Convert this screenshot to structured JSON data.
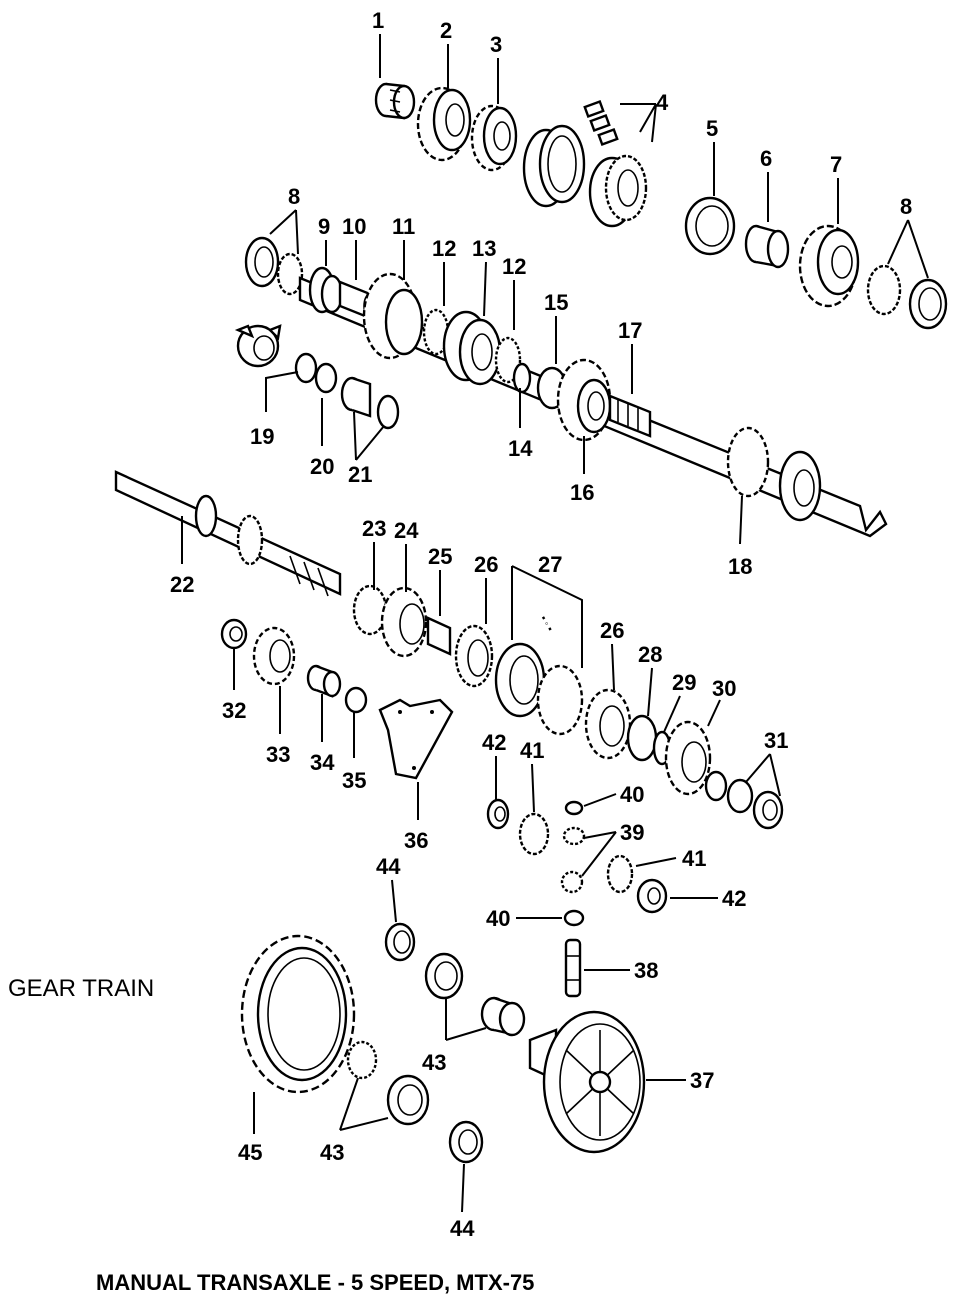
{
  "diagram": {
    "section_title": "GEAR TRAIN",
    "caption": "MANUAL TRANSAXLE - 5 SPEED, MTX-75",
    "callouts": [
      {
        "id": "c1",
        "text": "1"
      },
      {
        "id": "c2",
        "text": "2"
      },
      {
        "id": "c3",
        "text": "3"
      },
      {
        "id": "c4",
        "text": "4"
      },
      {
        "id": "c5",
        "text": "5"
      },
      {
        "id": "c6",
        "text": "6"
      },
      {
        "id": "c7",
        "text": "7"
      },
      {
        "id": "c8a",
        "text": "8"
      },
      {
        "id": "c8b",
        "text": "8"
      },
      {
        "id": "c9",
        "text": "9"
      },
      {
        "id": "c10",
        "text": "10"
      },
      {
        "id": "c11",
        "text": "11"
      },
      {
        "id": "c12a",
        "text": "12"
      },
      {
        "id": "c13",
        "text": "13"
      },
      {
        "id": "c12b",
        "text": "12"
      },
      {
        "id": "c15",
        "text": "15"
      },
      {
        "id": "c17",
        "text": "17"
      },
      {
        "id": "c19",
        "text": "19"
      },
      {
        "id": "c20",
        "text": "20"
      },
      {
        "id": "c21",
        "text": "21"
      },
      {
        "id": "c14",
        "text": "14"
      },
      {
        "id": "c16",
        "text": "16"
      },
      {
        "id": "c18",
        "text": "18"
      },
      {
        "id": "c22",
        "text": "22"
      },
      {
        "id": "c23",
        "text": "23"
      },
      {
        "id": "c24",
        "text": "24"
      },
      {
        "id": "c25",
        "text": "25"
      },
      {
        "id": "c26a",
        "text": "26"
      },
      {
        "id": "c27",
        "text": "27"
      },
      {
        "id": "c26b",
        "text": "26"
      },
      {
        "id": "c28",
        "text": "28"
      },
      {
        "id": "c29",
        "text": "29"
      },
      {
        "id": "c30",
        "text": "30"
      },
      {
        "id": "c31",
        "text": "31"
      },
      {
        "id": "c32",
        "text": "32"
      },
      {
        "id": "c33",
        "text": "33"
      },
      {
        "id": "c34",
        "text": "34"
      },
      {
        "id": "c35",
        "text": "35"
      },
      {
        "id": "c36",
        "text": "36"
      },
      {
        "id": "c42a",
        "text": "42"
      },
      {
        "id": "c41a",
        "text": "41"
      },
      {
        "id": "c40a",
        "text": "40"
      },
      {
        "id": "c39",
        "text": "39"
      },
      {
        "id": "c41b",
        "text": "41"
      },
      {
        "id": "c42b",
        "text": "42"
      },
      {
        "id": "c40b",
        "text": "40"
      },
      {
        "id": "c38",
        "text": "38"
      },
      {
        "id": "c44a",
        "text": "44"
      },
      {
        "id": "c43a",
        "text": "43"
      },
      {
        "id": "c43b",
        "text": "43"
      },
      {
        "id": "c37",
        "text": "37"
      },
      {
        "id": "c45",
        "text": "45"
      },
      {
        "id": "c43c",
        "text": "43"
      },
      {
        "id": "c44b",
        "text": "44"
      }
    ]
  }
}
